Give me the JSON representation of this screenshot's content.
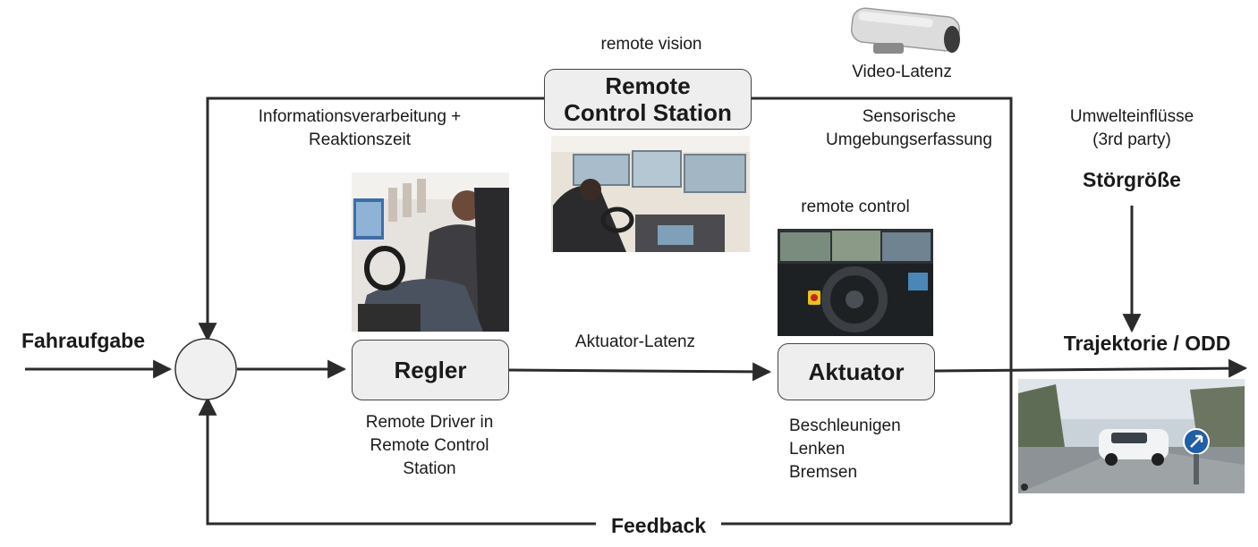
{
  "labels": {
    "remote_vision": "remote vision",
    "video_latenz": "Video-Latenz",
    "info_line1": "Informationsverarbeitung +",
    "info_line2": "Reaktionszeit",
    "sensor_line1": "Sensorische",
    "sensor_line2": "Umgebungserfassung",
    "umwelt_line1": "Umwelteinflüsse",
    "umwelt_line2": "(3rd party)",
    "stoergroesse": "Störgröße",
    "remote_control": "remote control",
    "fahraufgabe": "Fahraufgabe",
    "aktuator_latenz": "Aktuator-Latenz",
    "trajektorie": "Trajektorie / ODD",
    "regler_desc_line1": "Remote Driver in",
    "regler_desc_line2": "Remote Control",
    "regler_desc_line3": "Station",
    "aktuator_actions": [
      "Beschleunigen",
      "Lenken",
      "Bremsen"
    ],
    "feedback": "Feedback"
  },
  "boxes": {
    "station_line1": "Remote",
    "station_line2": "Control Station",
    "regler": "Regler",
    "aktuator": "Aktuator"
  },
  "icons": {
    "camera": "security-camera-icon",
    "summing_junction": "summing-junction-circle"
  },
  "colors": {
    "line": "#2b2b2b",
    "box_fill": "#eeeeee"
  }
}
